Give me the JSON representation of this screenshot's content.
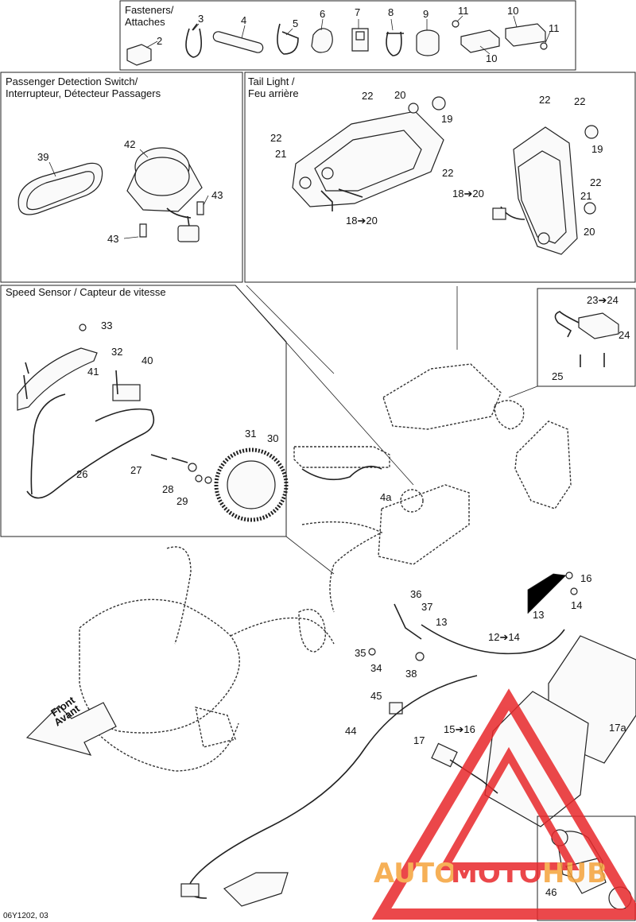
{
  "sections": {
    "fasteners": {
      "title_line1": "Fasteners/",
      "title_line2": "Attaches"
    },
    "passenger_switch": {
      "title_line1": "Passenger Detection Switch/",
      "title_line2": "Interrupteur, Détecteur Passagers"
    },
    "tail_light": {
      "title_line1": "Tail Light /",
      "title_line2": "Feu arrière"
    },
    "speed_sensor": {
      "title": "Speed Sensor / Capteur de vitesse"
    }
  },
  "labels": {
    "fasteners": [
      "2",
      "3",
      "4",
      "5",
      "6",
      "7",
      "8",
      "9",
      "11",
      "10",
      "11",
      "10"
    ],
    "passenger": [
      "39",
      "42",
      "43",
      "43"
    ],
    "tail": [
      "22",
      "20",
      "19",
      "22",
      "21",
      "22",
      "18➔20",
      "22",
      "22",
      "19",
      "22",
      "21",
      "18➔20",
      "20"
    ],
    "speed": [
      "33",
      "32",
      "41",
      "40",
      "26",
      "27",
      "31",
      "30",
      "28",
      "29"
    ],
    "main": [
      "23➔24",
      "24",
      "25",
      "4a",
      "16",
      "36",
      "37",
      "13",
      "35",
      "34",
      "38",
      "13",
      "14",
      "12➔14",
      "45",
      "44",
      "17",
      "15➔16",
      "17a",
      "46"
    ]
  },
  "front_arrow": {
    "line1": "Front",
    "line2": "Avant"
  },
  "watermark": {
    "part1": "AUTO",
    "part2": "MOTO",
    "part3": "HUB"
  },
  "footer_code": "06Y1202, 03",
  "colors": {
    "watermark_orange": "#f5a33a",
    "watermark_red": "#e8282b"
  }
}
